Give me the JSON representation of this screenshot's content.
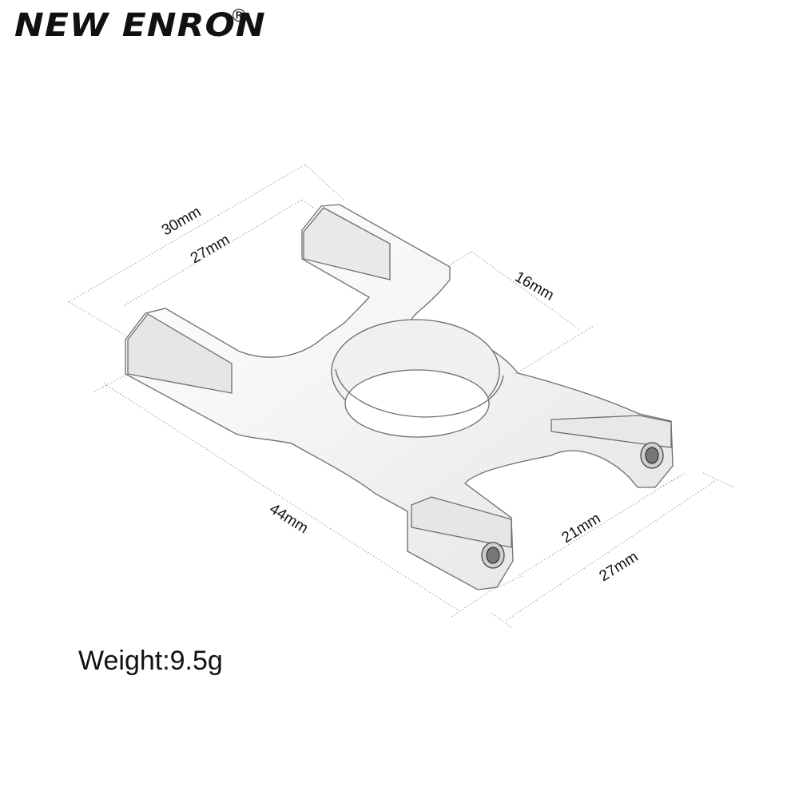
{
  "brand": {
    "name": "NEW ENRON",
    "registered_mark": "®"
  },
  "dimensions": {
    "d30": "30mm",
    "d27_top": "27mm",
    "d16": "16mm",
    "d44": "44mm",
    "d21": "21mm",
    "d27_bottom": "27mm"
  },
  "weight_label": "Weight:9.5g",
  "colors": {
    "text": "#111111",
    "part_stroke": "#6e6e6e",
    "dim_line": "#9a9a9a"
  }
}
